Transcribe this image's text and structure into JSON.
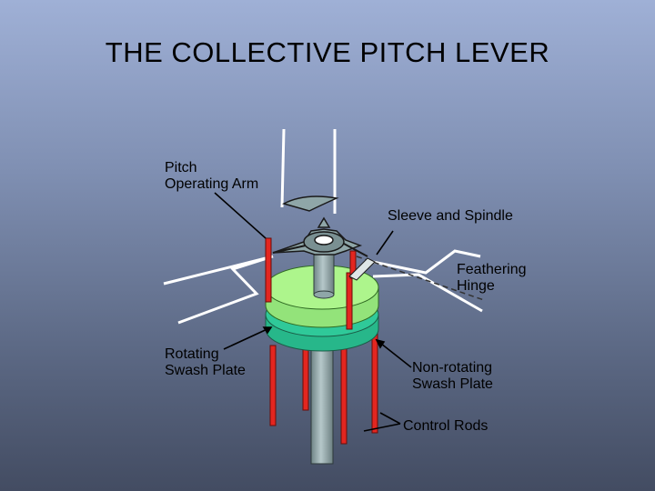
{
  "slide": {
    "title": "THE COLLECTIVE PITCH LEVER"
  },
  "labels": {
    "pitch_arm": [
      "Pitch",
      "Operating Arm"
    ],
    "sleeve_spindle": [
      "Sleeve and Spindle"
    ],
    "feathering_hinge": [
      "Feathering",
      "Hinge"
    ],
    "rotating_swash": [
      "Rotating",
      "Swash Plate"
    ],
    "nonrotating_swash": [
      "Non-rotating",
      "Swash Plate"
    ],
    "control_rods": [
      "Control Rods"
    ]
  },
  "colors": {
    "swash_top": "#adf58c",
    "swash_bottom": "#2fc999",
    "control_rod": "#e32620",
    "shaft": "#8fa6a8",
    "blade_line": "#ffffff"
  }
}
